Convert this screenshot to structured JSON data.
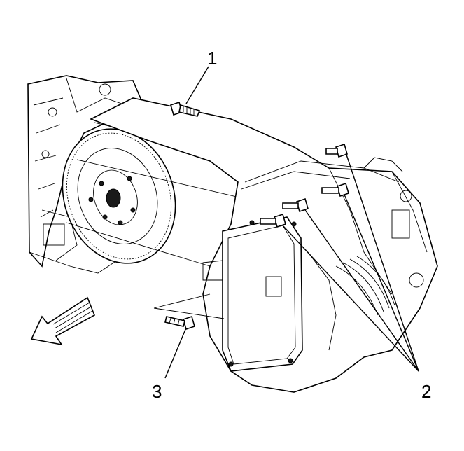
{
  "callouts": {
    "label_1": "1",
    "label_2": "2",
    "label_3": "3"
  },
  "icons": {
    "direction_arrow": "arrow-down-left-icon"
  },
  "colors": {
    "ink": "#000000",
    "paper": "#ffffff"
  }
}
